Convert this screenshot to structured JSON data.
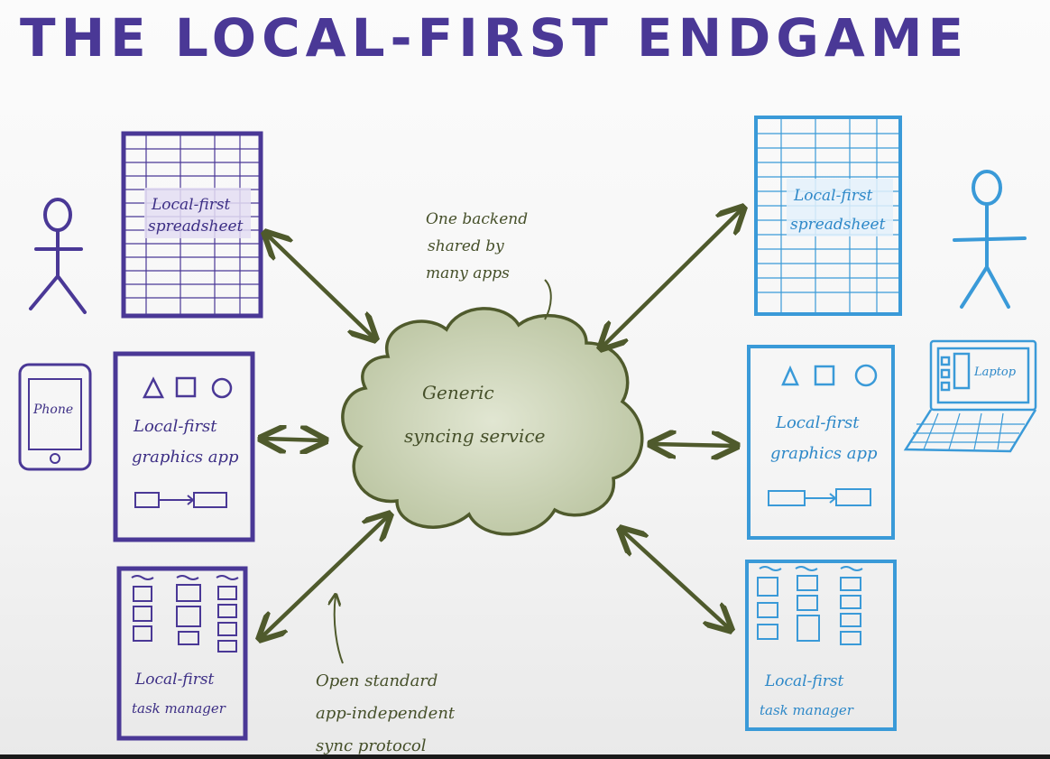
{
  "title": "THE LOCAL-FIRST ENDGAME",
  "center": {
    "line1": "Generic",
    "line2": "syncing service"
  },
  "annotations": {
    "top": [
      "One backend",
      "shared by",
      "many apps"
    ],
    "bottom": [
      "Open standard",
      "app-independent",
      "sync protocol"
    ]
  },
  "left_user": {
    "device_label": "Phone",
    "apps": {
      "spreadsheet": [
        "Local-first",
        "spreadsheet"
      ],
      "graphics": [
        "Local-first",
        "graphics app"
      ],
      "tasks": [
        "Local-first",
        "task manager"
      ]
    }
  },
  "right_user": {
    "device_label": "Laptop",
    "apps": {
      "spreadsheet": [
        "Local-first",
        "spreadsheet"
      ],
      "graphics": [
        "Local-first",
        "graphics app"
      ],
      "tasks": [
        "Local-first",
        "task manager"
      ]
    }
  },
  "colors": {
    "left_accent": "#4a3896",
    "right_accent": "#3a9ad8",
    "center_accent": "#4f5a2c",
    "cloud_fill": "#c9d1b4"
  }
}
